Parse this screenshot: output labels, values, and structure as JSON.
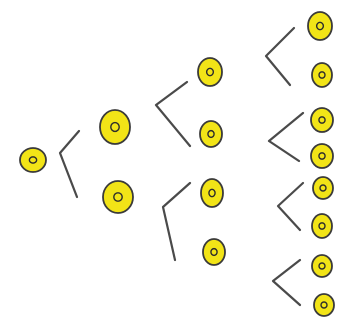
{
  "diagram": {
    "kind": "binary-tree",
    "cell_color": "#f2e417",
    "outline_color": "#3a3a3a",
    "nucleus_color": "#2c2c2c",
    "branch_color": "#4a4a4a",
    "background": "#ffffff",
    "generations": [
      {
        "cells": 1
      },
      {
        "cells": 2
      },
      {
        "cells": 4
      },
      {
        "cells": 8
      }
    ]
  }
}
